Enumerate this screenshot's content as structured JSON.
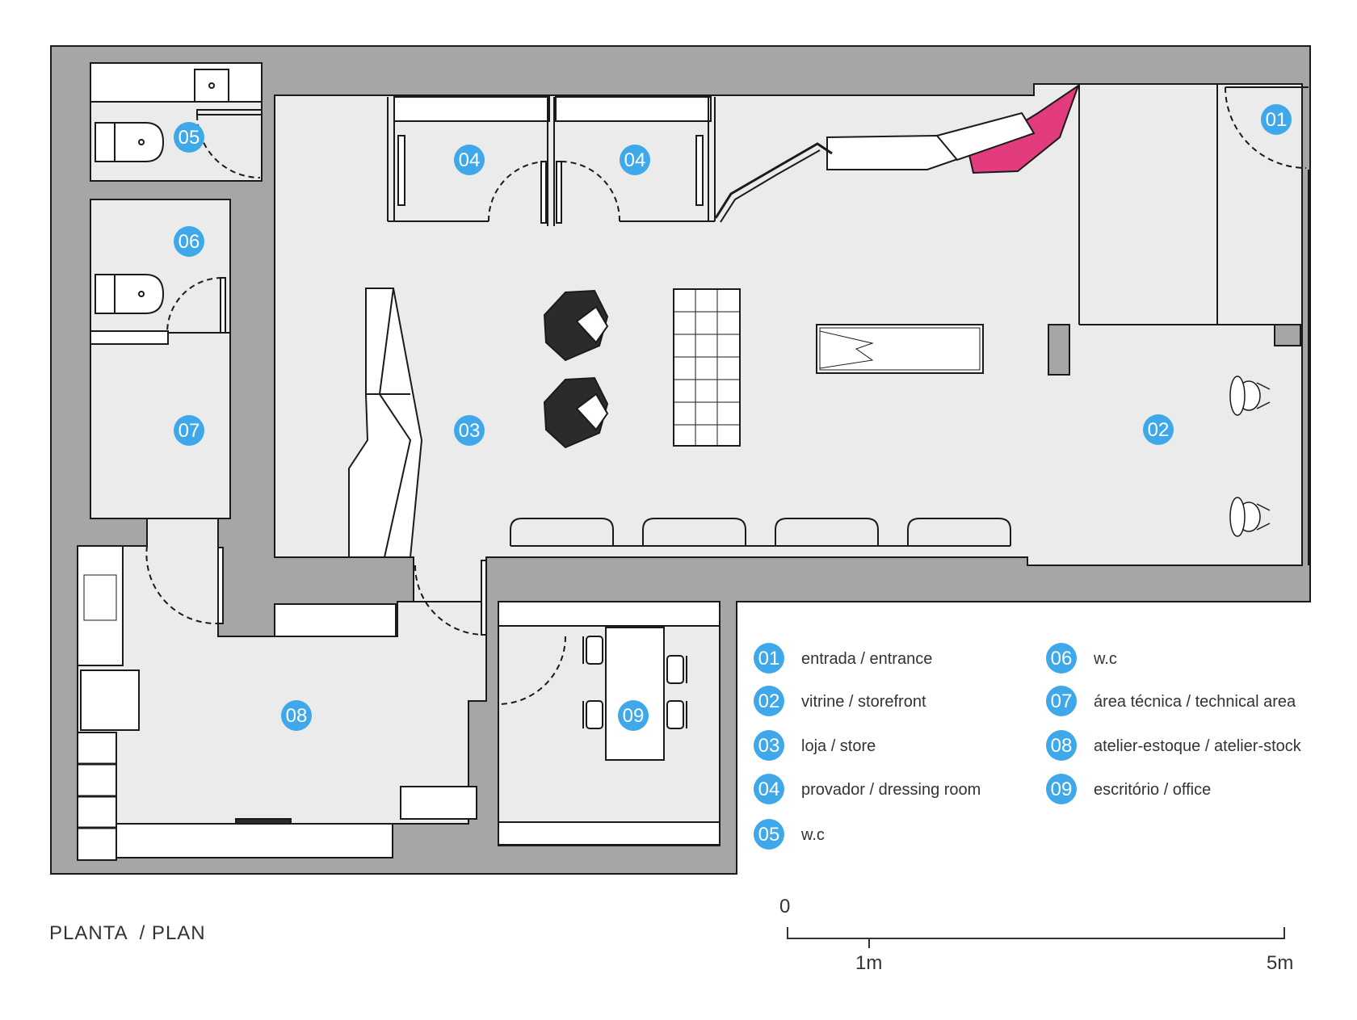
{
  "plan_title": "PLANTA  / PLAN",
  "colors": {
    "wall": "#a6a6a6",
    "floor": "#ebebeb",
    "marker": "#3ea8ea",
    "accent": "#e23c7e",
    "line": "#1a1a1a"
  },
  "room_markers": [
    {
      "num": "01"
    },
    {
      "num": "02"
    },
    {
      "num": "03"
    },
    {
      "num": "04"
    },
    {
      "num": "04"
    },
    {
      "num": "05"
    },
    {
      "num": "06"
    },
    {
      "num": "07"
    },
    {
      "num": "08"
    },
    {
      "num": "09"
    }
  ],
  "legend": [
    {
      "num": "01",
      "label": "entrada / entrance"
    },
    {
      "num": "02",
      "label": "vitrine / storefront"
    },
    {
      "num": "03",
      "label": "loja / store"
    },
    {
      "num": "04",
      "label": "provador / dressing room"
    },
    {
      "num": "05",
      "label": "w.c"
    },
    {
      "num": "06",
      "label": "w.c"
    },
    {
      "num": "07",
      "label": "área técnica / technical area"
    },
    {
      "num": "08",
      "label": "atelier-estoque / atelier-stock"
    },
    {
      "num": "09",
      "label": "escritório / office"
    }
  ],
  "scale": {
    "zero": "0",
    "mid": "1m",
    "end": "5m"
  }
}
